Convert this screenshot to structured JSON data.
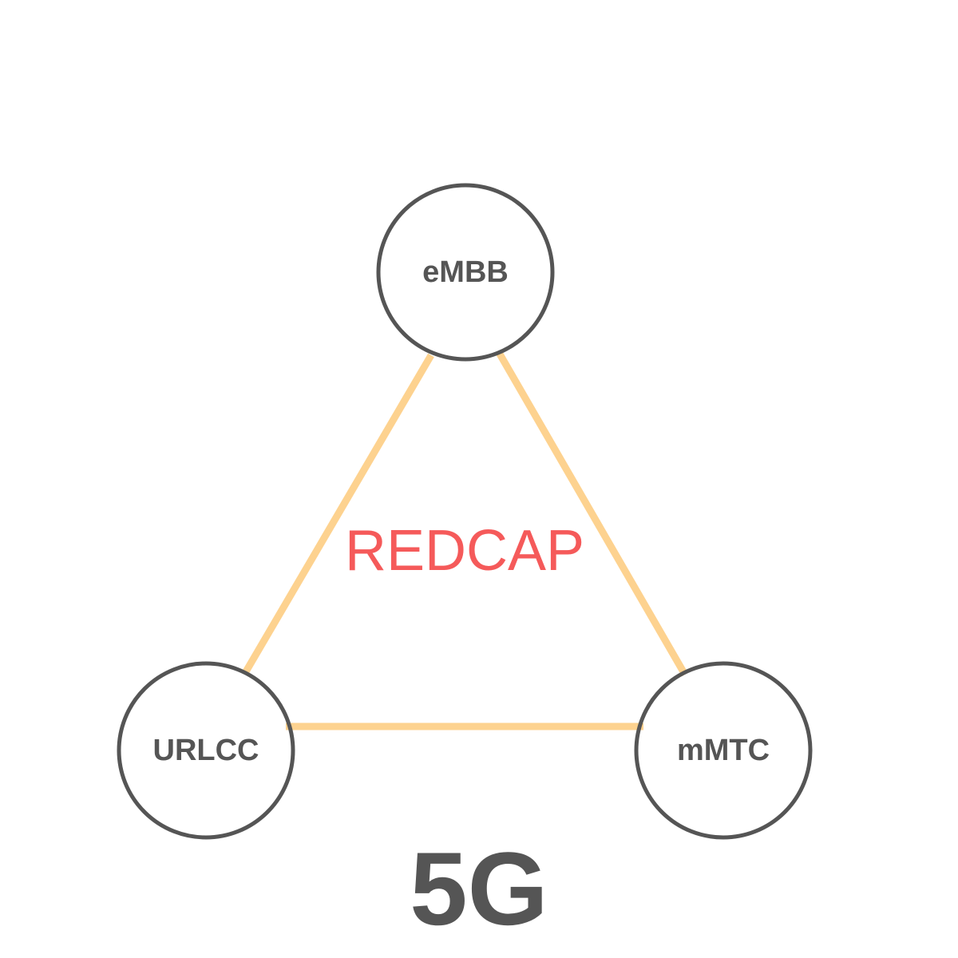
{
  "nodes": {
    "embb": {
      "label": "eMBB"
    },
    "urlcc": {
      "label": "URLCC"
    },
    "mmtc": {
      "label": "mMTC"
    }
  },
  "center_label": "REDCAP",
  "bottom_label": "5G",
  "colors": {
    "edge": "#fdd28f",
    "node_outline": "#555555",
    "node_text": "#555555",
    "center_text": "#f55a5a",
    "bottom_text": "#555555",
    "background": "#ffffff"
  }
}
